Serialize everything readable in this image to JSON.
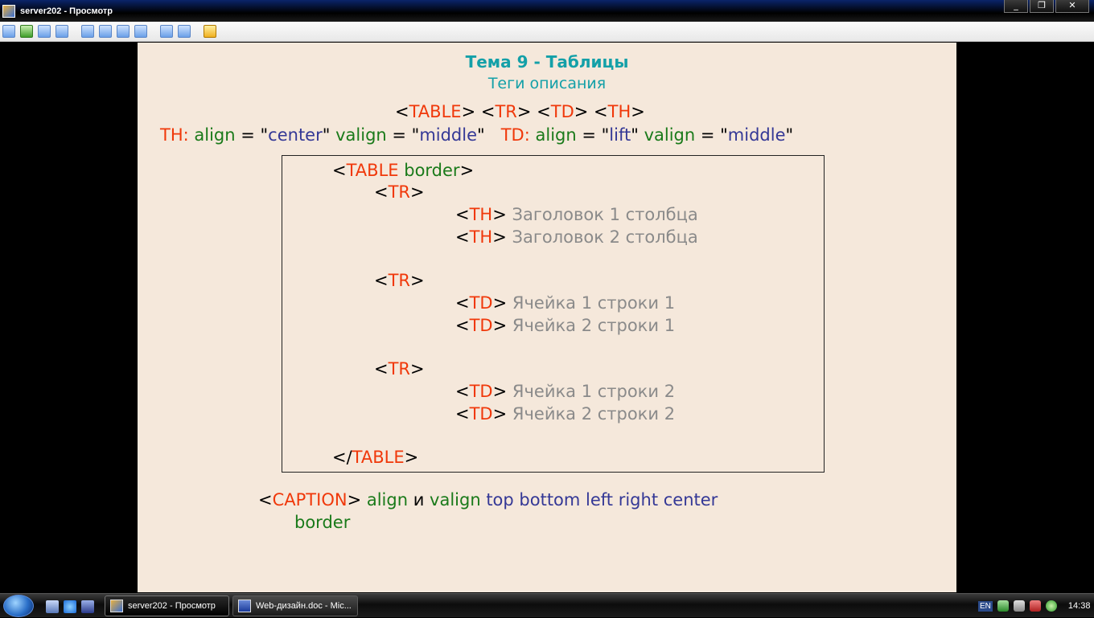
{
  "window": {
    "title": "server202 - Просмотр",
    "buttons": {
      "minimize": "_",
      "maximize": "❐",
      "close": "✕"
    }
  },
  "toolbar": {
    "icons": [
      "screen-icon",
      "connect-icon",
      "phone-icon",
      "chat-icon",
      "window-icon",
      "fit-icon",
      "fullscreen-icon",
      "scale-icon",
      "copy-icon",
      "tools-icon",
      "close-session-icon"
    ]
  },
  "slide": {
    "title": "Тема 9 - Таблицы",
    "subtitle": "Теги описания",
    "tags_line": {
      "lt1": "<",
      "table": "TABLE",
      "gt1": ">",
      "lt2": " <",
      "tr": "TR",
      "gt2": ">",
      "lt3": "  <",
      "td": "TD",
      "gt3": ">",
      "lt4": "  <",
      "th": "TH",
      "gt4": ">"
    },
    "attr_line": {
      "th_label": "TH:",
      "align1": " align",
      "eq1": " = \"",
      "center": "center",
      "q1": "\"",
      "valign1": " valign",
      "eq2": " = \"",
      "middle1": "middle",
      "q2": "\"",
      "td_label": "TD:",
      "align2": " align",
      "eq3": " = \"",
      "lift": "lift",
      "q3": "\"",
      "valign2": " valign",
      "eq4": " = \"",
      "middle2": "middle",
      "q4": "\""
    },
    "code": {
      "table_open": {
        "lt": "<",
        "tag": "TABLE",
        "attr": " border",
        "gt": ">"
      },
      "tr1": {
        "lt": "<",
        "tag": "TR",
        "gt": ">"
      },
      "th1": {
        "lt": "<",
        "tag": "TH",
        "gt": ">",
        "text": " Заголовок 1 столбца"
      },
      "th2": {
        "lt": "<",
        "tag": "TH",
        "gt": ">",
        "text": " Заголовок 2 столбца"
      },
      "tr2": {
        "lt": "<",
        "tag": "TR",
        "gt": ">"
      },
      "td1": {
        "lt": "<",
        "tag": "TD",
        "gt": ">",
        "text": " Ячейка 1 строки 1"
      },
      "td2": {
        "lt": "<",
        "tag": "TD",
        "gt": ">",
        "text": " Ячейка 2 строки 1"
      },
      "tr3": {
        "lt": "<",
        "tag": "TR",
        "gt": ">"
      },
      "td3": {
        "lt": "<",
        "tag": "TD",
        "gt": ">",
        "text": " Ячейка 1 строки 2"
      },
      "td4": {
        "lt": "<",
        "tag": "TD",
        "gt": ">",
        "text": " Ячейка 2 строки 2"
      },
      "table_close": {
        "lt": "</",
        "tag": "TABLE",
        "gt": ">"
      }
    },
    "caption_line": {
      "lt": "<",
      "tag": "CAPTION",
      "gt": ">",
      "align": " align",
      "and": " и",
      "valign": " valign",
      "values": "  top bottom left right center",
      "border": "border"
    }
  },
  "taskbar": {
    "tasks": [
      {
        "label": "server202 - Просмотр"
      },
      {
        "label": "Web-дизайн.doc - Mic..."
      }
    ],
    "lang": "EN",
    "clock": "14:38"
  },
  "colors": {
    "slide_bg": "#f5e8db",
    "title": "#14a0a8",
    "tag_red": "#f0380a",
    "attr_green": "#1a7a1a",
    "value_blue": "#343896",
    "text_gray": "#8a8a8a"
  }
}
